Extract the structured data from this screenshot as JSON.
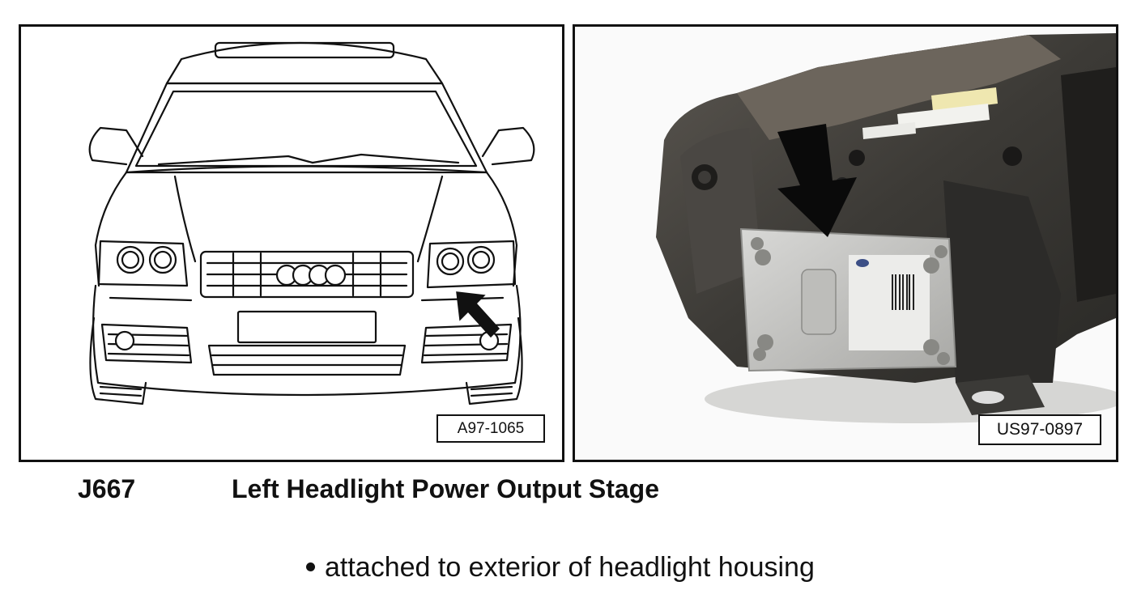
{
  "figures": {
    "left": {
      "ref_label": "A97-1065",
      "kind": "line drawing of car front with arrow at left headlight"
    },
    "right": {
      "ref_label": "US97-0897",
      "kind": "photo of headlight housing with arrow at power output stage"
    }
  },
  "caption": {
    "code": "J667",
    "title": "Left Headlight Power Output Stage"
  },
  "bullets": [
    "attached to exterior of headlight housing"
  ],
  "colors": {
    "ink": "#111111",
    "housing": "#3a3a3a",
    "module": "#c9c9c9"
  }
}
